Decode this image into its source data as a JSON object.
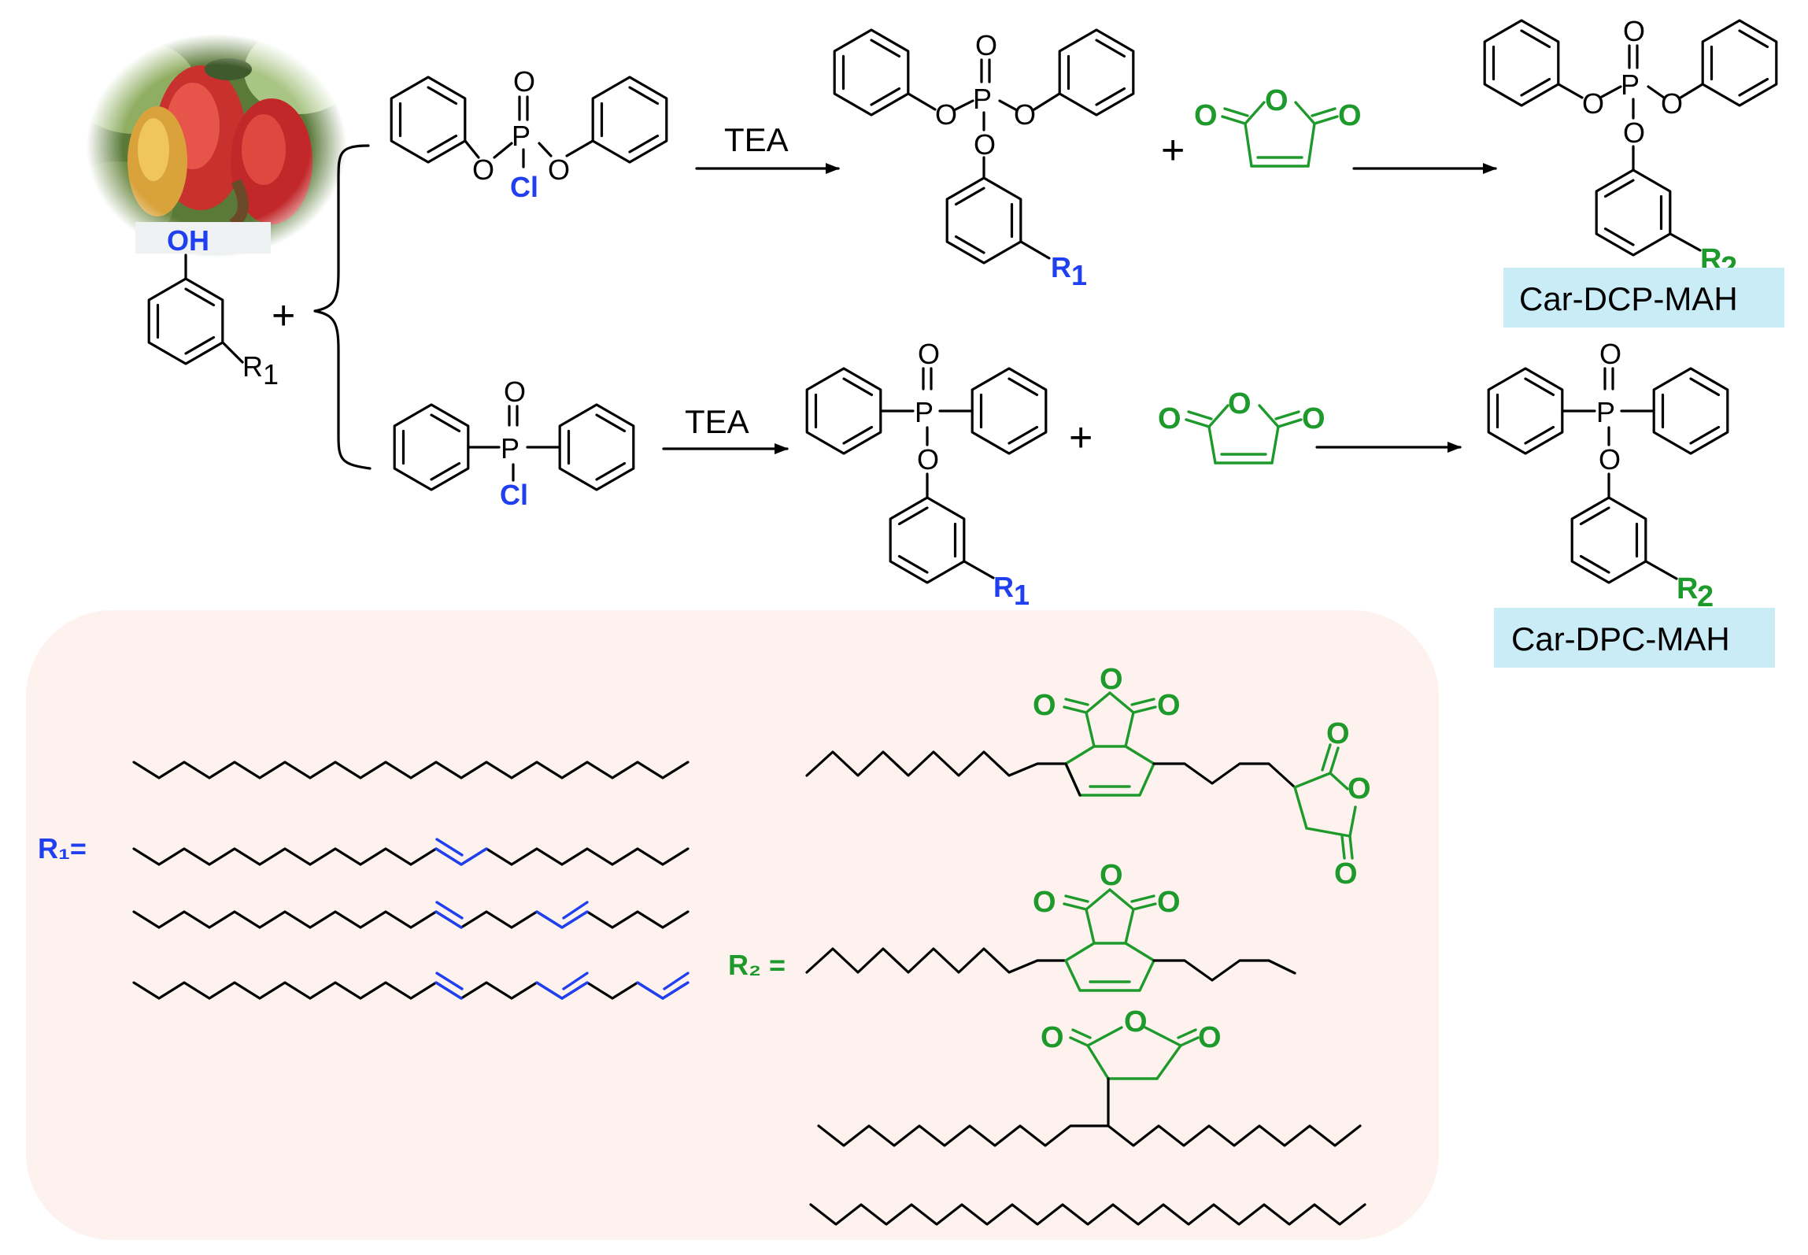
{
  "reagents": {
    "top": "TEA",
    "bottom": "TEA"
  },
  "operators": {
    "plus": "+"
  },
  "atoms": {
    "oxygen": "O",
    "phosphorus": "P",
    "chlorine": "Cl",
    "hydroxyl": "OH",
    "r1_symbol": "R",
    "r1_sub": "1",
    "r2_symbol": "R",
    "r2_sub": "2"
  },
  "products": {
    "top_label": "Car-DCP-MAH",
    "bottom_label": "Car-DPC-MAH"
  },
  "substituents": {
    "r1_definition": "R₁=",
    "r2_definition": "R₂ ="
  },
  "colors": {
    "highlight_blue": "#1f3ff0",
    "highlight_green": "#1e9a2c",
    "label_background": "#c9ecf6",
    "panel_background": "#fdf2ee"
  },
  "image": {
    "subject": "cashew-fruit-photo"
  }
}
